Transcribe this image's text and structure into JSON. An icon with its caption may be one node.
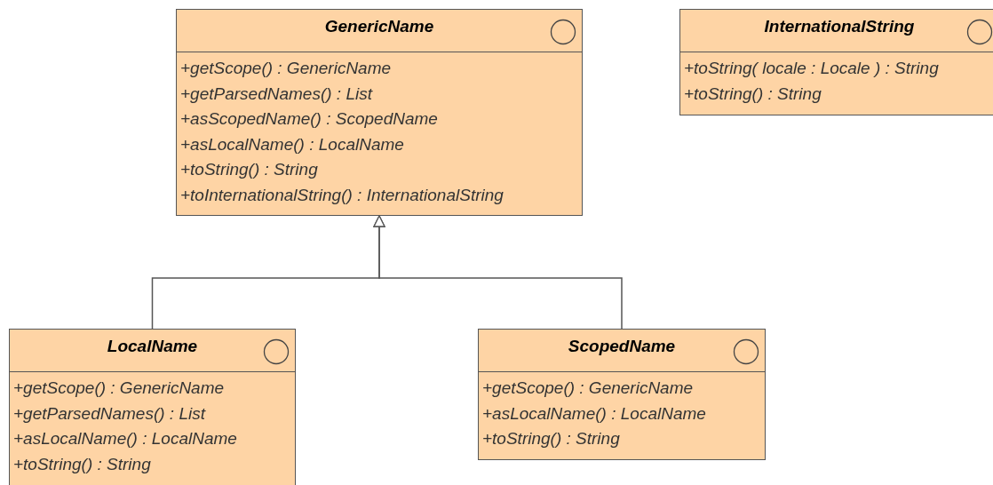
{
  "diagram": {
    "nodes": [
      {
        "text": [
          "GenericName",
          "+getScope() : GenericName",
          "+getParsedNames() : List",
          "+asScopedName() : ScopedName",
          "+asLocalName() : LocalName",
          "+toString() : String",
          "+toInternationalString() : InternationalString"
        ]
      },
      {
        "text": [
          "InternationalString",
          "+toString( locale : Locale ) : String",
          "+toString() : String"
        ]
      },
      {
        "text": [
          "LocalName",
          "+getScope() : GenericName",
          "+getParsedNames() : List",
          "+asLocalName() : LocalName",
          "+toString() : String"
        ]
      },
      {
        "text": [
          "ScopedName",
          "+getScope() : GenericName",
          "+asLocalName() : LocalName",
          "+toString() : String"
        ]
      }
    ],
    "edges": [
      {
        "from": 2,
        "to": 0,
        "arrow": "to"
      },
      {
        "from": 3,
        "to": 0,
        "arrow": "to"
      }
    ]
  }
}
